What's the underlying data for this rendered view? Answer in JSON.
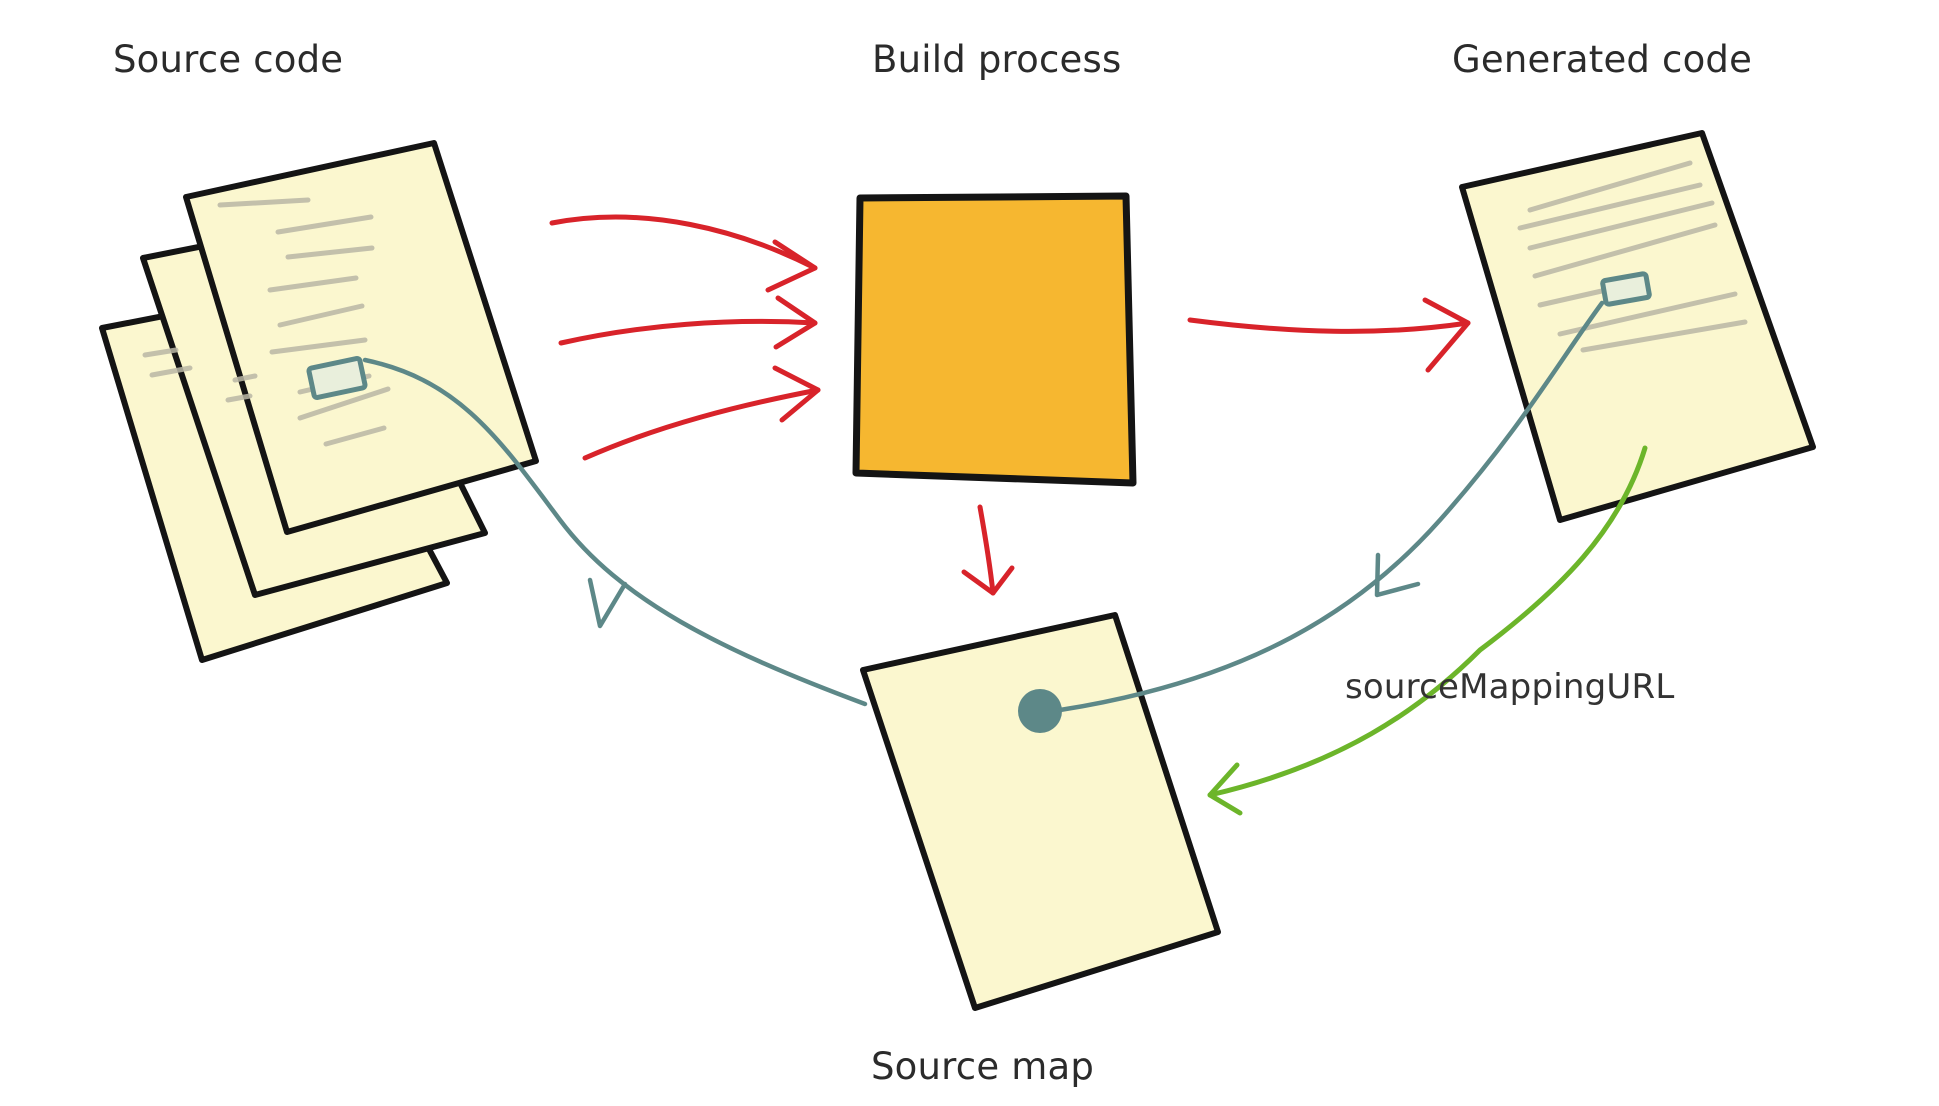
{
  "diagram": {
    "labels": {
      "source_code": "Source code",
      "build_process": "Build process",
      "generated_code": "Generated code",
      "source_map": "Source map",
      "source_mapping_url": "sourceMappingURL"
    },
    "colors": {
      "paper_fill": "#fbf7cf",
      "build_box": "#f6b730",
      "compile_arrows": "#d8232a",
      "mapping_links": "#5d8888",
      "url_arrow": "#6cb52a"
    }
  }
}
